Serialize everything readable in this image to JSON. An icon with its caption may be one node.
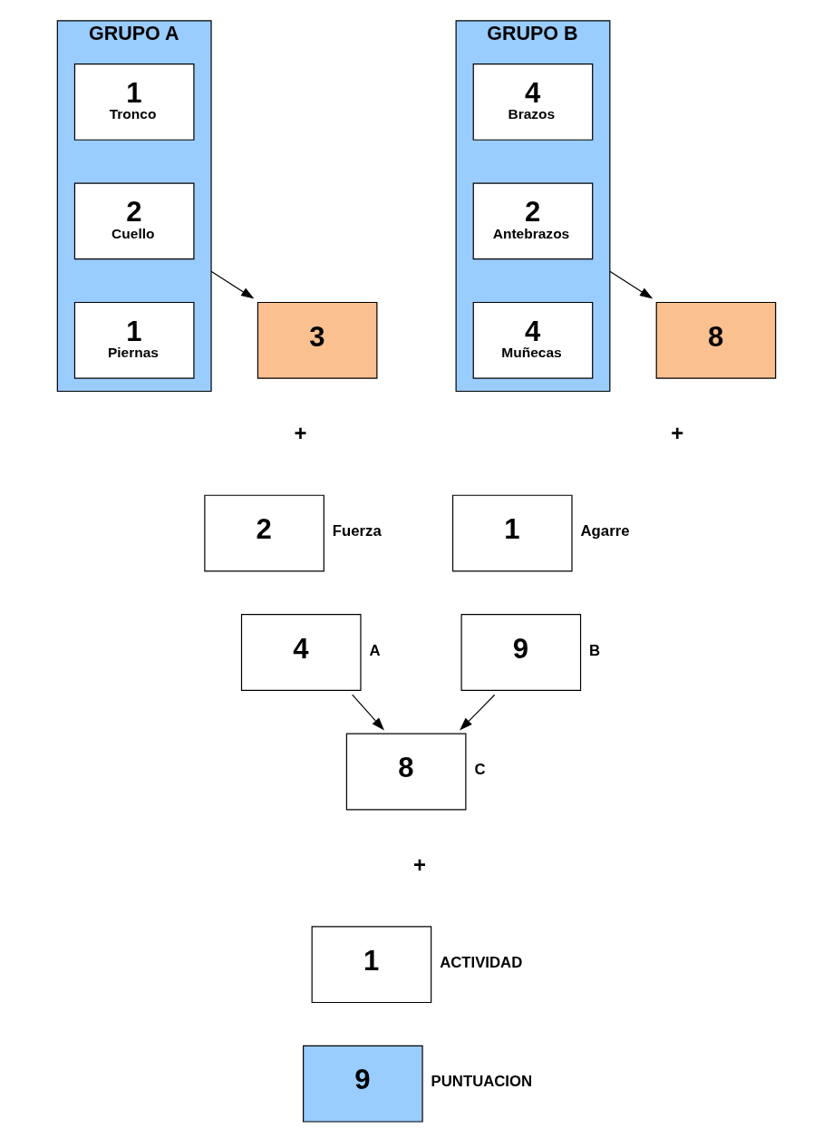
{
  "diagram": {
    "nodes": [
      {
        "text": [
          "GRUPO A"
        ]
      },
      {
        "text": [
          "1",
          "Tronco"
        ],
        "in": 0
      },
      {
        "text": [
          "2",
          "Cuello"
        ],
        "in": 0
      },
      {
        "text": [
          "1",
          "Piernas"
        ],
        "in": 0
      },
      {
        "text": [
          "3"
        ]
      },
      {
        "text": [
          "8"
        ]
      },
      {
        "text": [
          "GRUPO B"
        ]
      },
      {
        "text": [
          "4",
          "Brazos"
        ],
        "in": 6
      },
      {
        "text": [
          "2",
          "Antebrazos"
        ],
        "in": 6
      },
      {
        "text": [
          "4",
          "Muñecas"
        ],
        "in": 6
      },
      {
        "text": [
          "2"
        ],
        "beside": [
          "Fuerza"
        ]
      },
      {
        "text": [
          "1"
        ],
        "beside": [
          "Agarre"
        ]
      },
      {
        "text": [
          "4"
        ],
        "beside": [
          "A"
        ]
      },
      {
        "text": [
          "9"
        ],
        "beside": [
          "B"
        ]
      },
      {
        "text": [
          "8"
        ],
        "beside": [
          "C"
        ]
      },
      {
        "text": [
          "1"
        ],
        "beside": [
          "ACTIVIDAD"
        ]
      },
      {
        "text": [
          "9"
        ],
        "beside": [
          "PUNTUACION"
        ]
      }
    ],
    "edges": [
      {
        "from": 0,
        "to": 4,
        "arrow": "to"
      },
      {
        "from": 6,
        "to": 5,
        "arrow": "to"
      },
      {
        "from": 12,
        "to": 14,
        "arrow": "to"
      },
      {
        "from": 13,
        "to": 14,
        "arrow": "to"
      }
    ],
    "labels": [
      "+",
      "+",
      "+"
    ]
  }
}
